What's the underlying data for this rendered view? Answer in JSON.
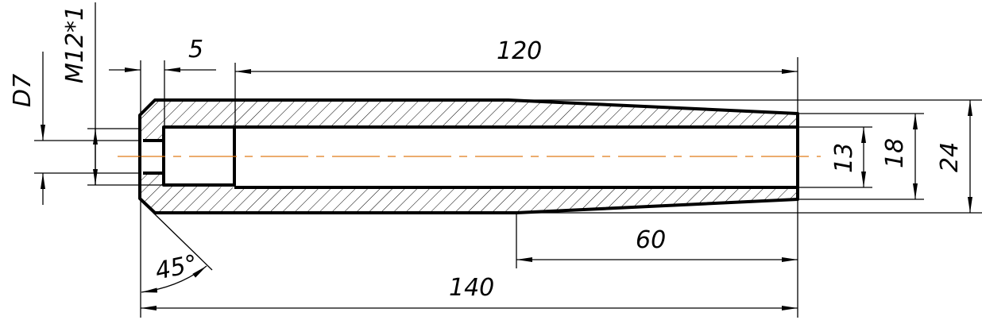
{
  "drawing": {
    "dimensions": {
      "chamfer_length": "5",
      "bore_length": "120",
      "taper_length": "60",
      "total_length": "140",
      "hole_diameter": "D7",
      "thread": "M12*1",
      "chamfer_angle": "45°",
      "bore_diameter": "13",
      "end_diameter": "18",
      "outer_diameter": "24"
    },
    "colors": {
      "centerline": "#e07b18",
      "lines": "#000000"
    }
  }
}
